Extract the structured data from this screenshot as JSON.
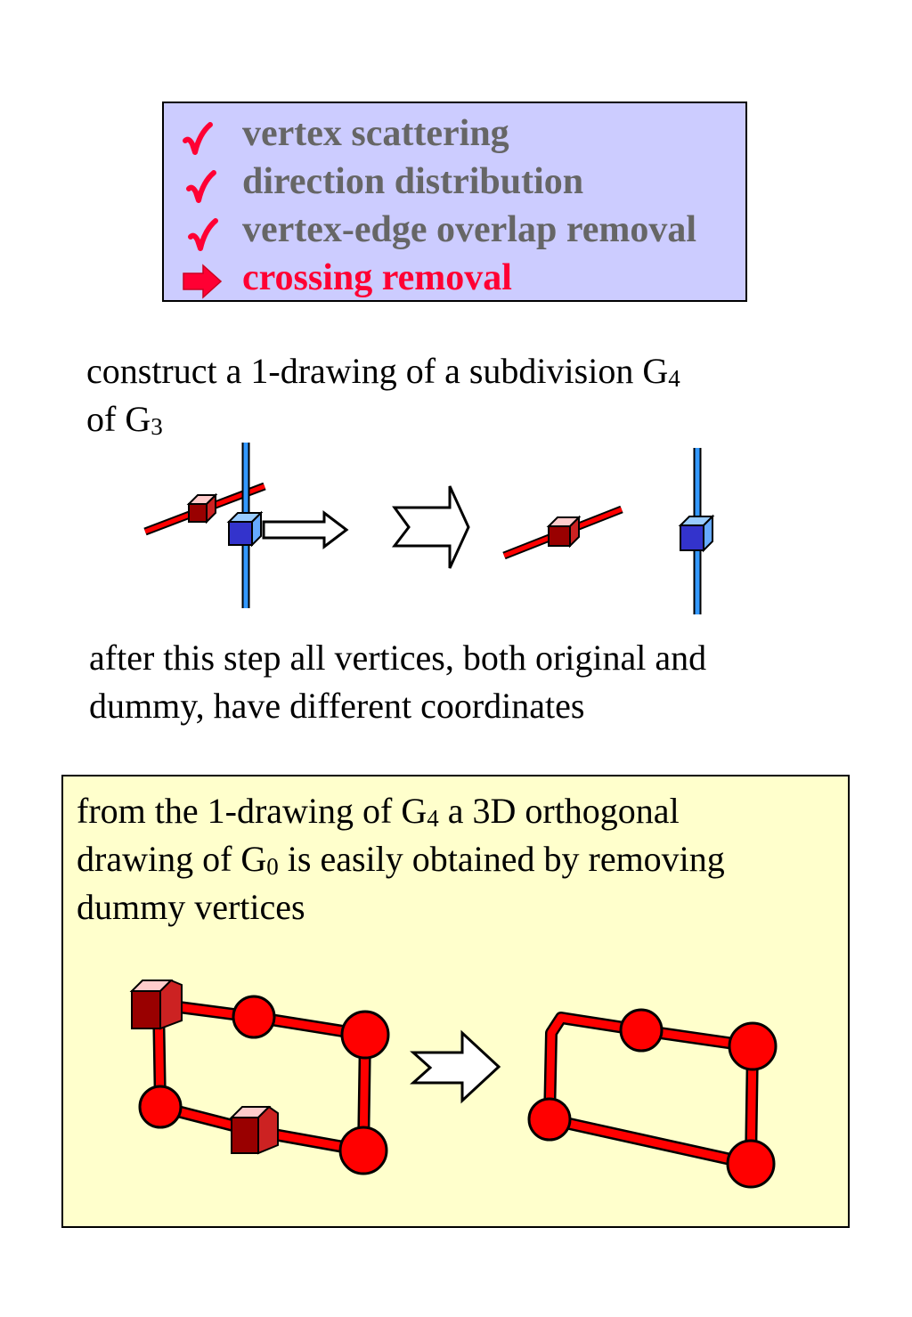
{
  "checklist": {
    "items": [
      {
        "label": "vertex scattering",
        "status": "done",
        "icon": "check-icon"
      },
      {
        "label": "direction distribution",
        "status": "done",
        "icon": "check-icon"
      },
      {
        "label": "vertex-edge overlap removal",
        "status": "done",
        "icon": "check-icon"
      },
      {
        "label": "crossing removal",
        "status": "current",
        "icon": "right-arrow-icon"
      }
    ]
  },
  "step_text": {
    "line1": "construct a 1-drawing of a subdivision G",
    "line1_sub": "4",
    "line2": "of G",
    "line2_sub": "3"
  },
  "result_text": {
    "line1": "after this step all vertices, both original and",
    "line2": "dummy, have different coordinates"
  },
  "note": {
    "line1_a": "from the 1-drawing of G",
    "line1_sub": "4",
    "line1_b": " a 3D orthogonal",
    "line2_a": "drawing of G",
    "line2_sub": "0",
    "line2_b": " is easily obtained by removing",
    "line3": "dummy vertices"
  },
  "colors": {
    "checklist_bg": "#ccccff",
    "done_text": "#666666",
    "current_text": "#ff0033",
    "note_bg": "#ffffcc",
    "red_edge": "#ff0000",
    "blue_edge": "#3399ff",
    "dark_red_cube": "#990000",
    "blue_cube": "#3333cc"
  }
}
